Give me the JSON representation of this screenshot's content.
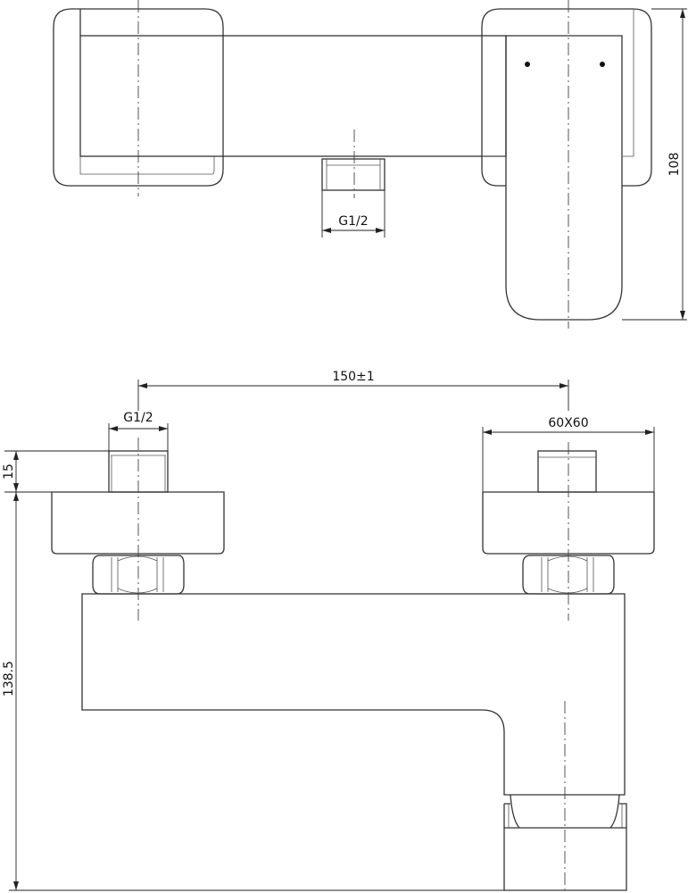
{
  "drawing": {
    "top_view": {
      "outlet_thread_label": "G1/2",
      "height_dim_label": "108"
    },
    "front_view": {
      "center_distance_label": "150±1",
      "inlet_thread_label": "G1/2",
      "escutcheon_size_label": "60X60",
      "thread_length_label": "15",
      "total_height_label": "138.5"
    }
  }
}
